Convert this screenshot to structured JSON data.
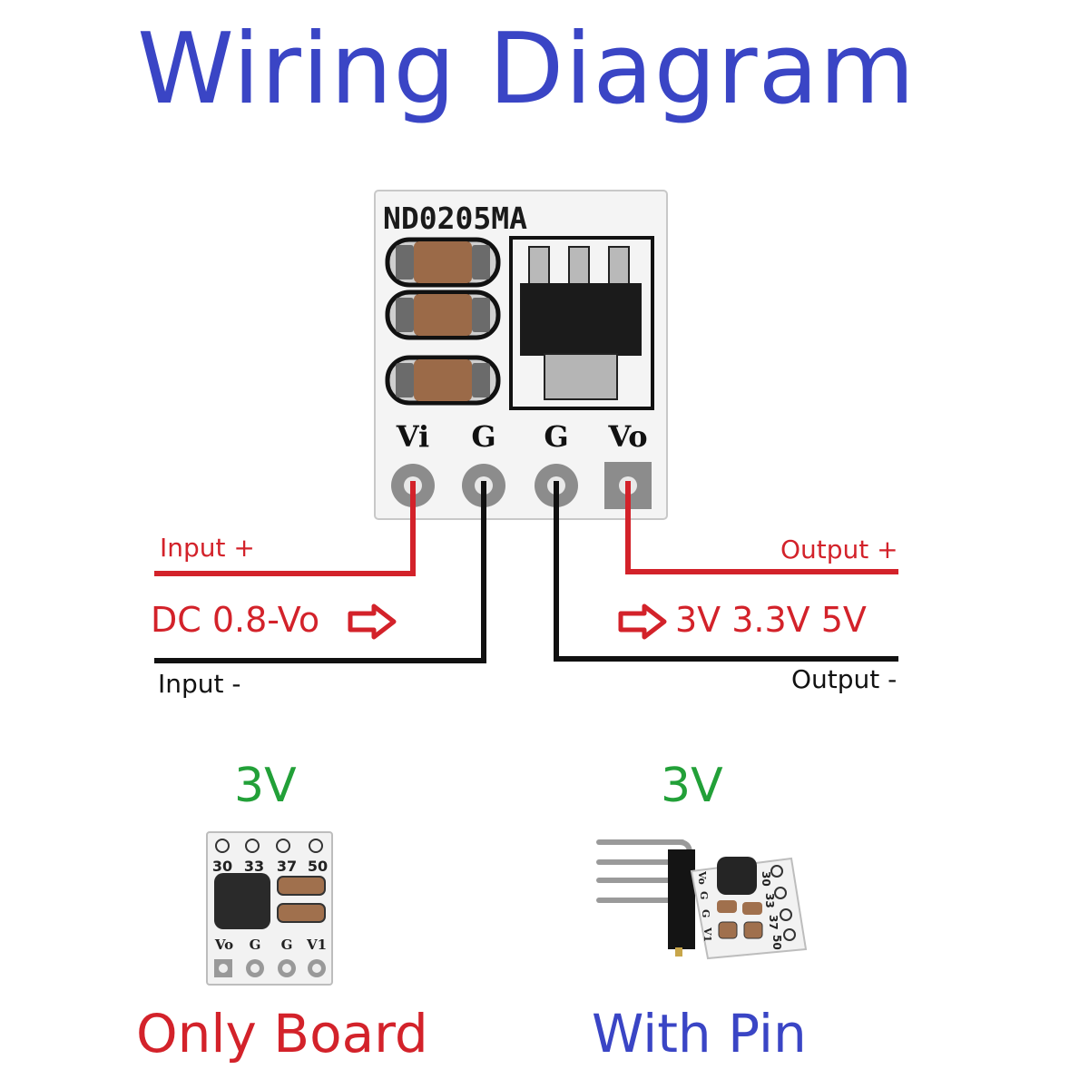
{
  "title": "Wiring Diagram",
  "module": {
    "model": "ND0205MA",
    "pins": [
      "Vi",
      "G",
      "G",
      "Vo"
    ]
  },
  "wires": {
    "input_positive": "Input +",
    "input_negative": "Input -",
    "output_positive": "Output +",
    "output_negative": "Output -",
    "input_range": "DC 0.8-Vo",
    "output_values": "3V 3.3V  5V"
  },
  "variants": [
    {
      "voltage": "3V",
      "caption": "Only Board",
      "caption_color": "#d3222a",
      "jumper_labels": [
        "30",
        "33",
        "37",
        "50"
      ],
      "pin_labels": [
        "Vo",
        "G",
        "G",
        "V1"
      ]
    },
    {
      "voltage": "3V",
      "caption": "With Pin",
      "caption_color": "#3a45c5",
      "jumper_labels": [
        "30",
        "33",
        "37",
        "50"
      ],
      "pin_labels": [
        "Vo",
        "G",
        "G",
        "V1"
      ]
    }
  ],
  "colors": {
    "title": "#3a45c5",
    "positive_wire": "#d3222a",
    "negative_wire": "#111111",
    "voltage_tag": "#22a038"
  }
}
